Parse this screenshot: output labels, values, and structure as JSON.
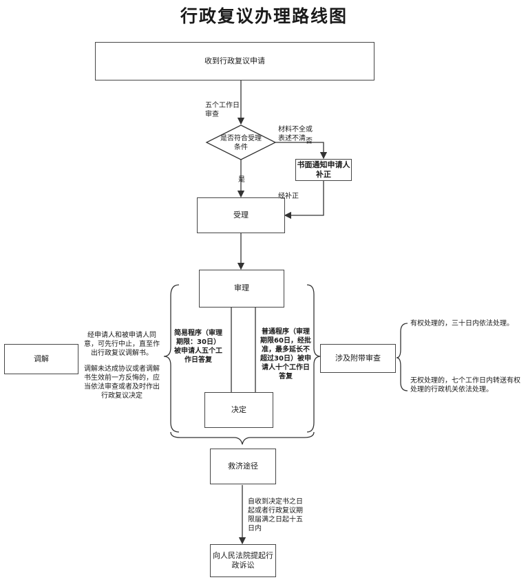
{
  "title": "行政复议办理路线图",
  "nodes": {
    "receive": "收到行政复议申请",
    "decision": "是否符合受理条件",
    "notify": "书面通知申请人补正",
    "accept": "受理",
    "review": "审理",
    "decide": "决定",
    "mediation": "调解",
    "attached": "涉及附带审查",
    "remedy": "救济途径",
    "lawsuit": "向人民法院提起行政诉讼"
  },
  "labels": {
    "five_days": "五个工作日审查",
    "incomplete": "材料不全或表述不清",
    "no": "否",
    "yes": "是",
    "corrected": "经补正",
    "simple": "简易程序（审理期限：30日）被申请人五个工作日答复",
    "normal": "普通程序（审理期限60日，经批准，最多延长不超过30日）被申请人十个工作日答复",
    "mediation_top": "经申请人和被申请人同意，可先行中止，直至作出行政复议调解书。",
    "mediation_bottom": "调解未达成协议或者调解书生效前一方反悔的，应当依法审查或者及时作出行政复议决定",
    "has_authority": "有权处理的，三十日内依法处理。",
    "no_authority": "无权处理的，七个工作日内转送有权处理的行政机关依法处理。",
    "lawsuit_window": "自收到决定书之日起或者行政复议期限届满之日起十五日内"
  }
}
